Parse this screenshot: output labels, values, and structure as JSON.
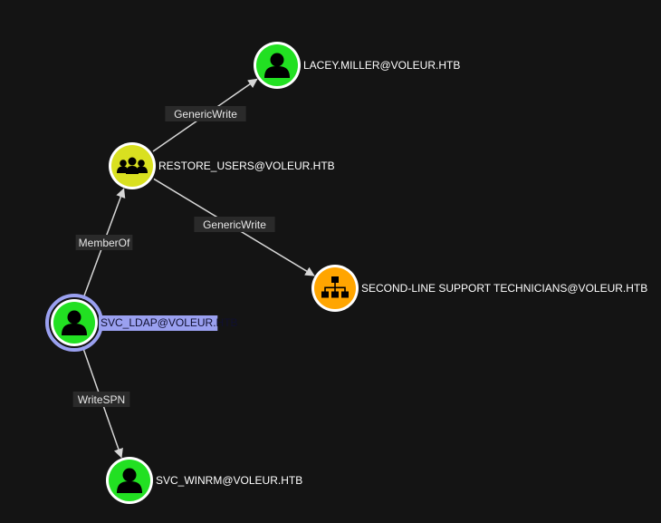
{
  "graph": {
    "nodes": [
      {
        "id": "lacey",
        "label": "LACEY.MILLER@VOLEUR.HTB",
        "kind": "user",
        "color": "#22e022",
        "icon": "user-icon"
      },
      {
        "id": "restore",
        "label": "RESTORE_USERS@VOLEUR.HTB",
        "kind": "group",
        "color": "#d9e020",
        "icon": "group-icon"
      },
      {
        "id": "second",
        "label": "SECOND-LINE SUPPORT TECHNICIANS@VOLEUR.HTB",
        "kind": "ou",
        "color": "#ffa500",
        "icon": "org-chart-icon"
      },
      {
        "id": "svcldap",
        "label": "SVC_LDAP@VOLEUR.HTB",
        "kind": "user",
        "color": "#22e022",
        "icon": "user-icon",
        "selected": true,
        "selection_color": "#9aa0f0"
      },
      {
        "id": "svcwinrm",
        "label": "SVC_WINRM@VOLEUR.HTB",
        "kind": "user",
        "color": "#22e022",
        "icon": "user-icon"
      }
    ],
    "edges": [
      {
        "from": "restore",
        "to": "lacey",
        "label": "GenericWrite"
      },
      {
        "from": "restore",
        "to": "second",
        "label": "GenericWrite"
      },
      {
        "from": "svcldap",
        "to": "restore",
        "label": "MemberOf"
      },
      {
        "from": "svcldap",
        "to": "svcwinrm",
        "label": "WriteSPN"
      }
    ]
  }
}
